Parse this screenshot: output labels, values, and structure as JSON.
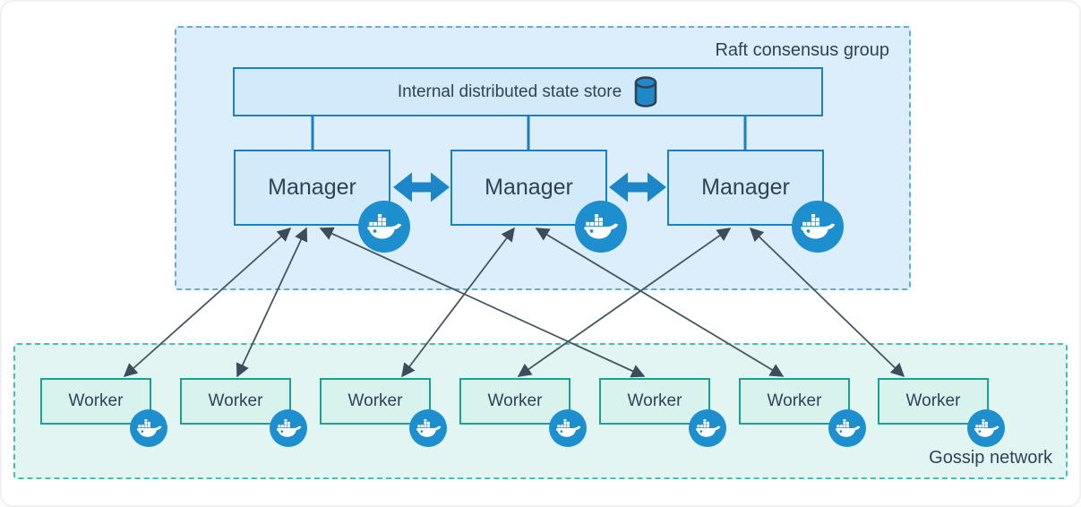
{
  "diagram": {
    "raft_group": {
      "label": "Raft consensus group"
    },
    "state_store": {
      "label": "Internal distributed state store",
      "icon": "database-icon"
    },
    "managers": [
      {
        "label": "Manager",
        "icon": "docker-whale-icon"
      },
      {
        "label": "Manager",
        "icon": "docker-whale-icon"
      },
      {
        "label": "Manager",
        "icon": "docker-whale-icon"
      }
    ],
    "gossip_group": {
      "label": "Gossip network"
    },
    "workers": [
      {
        "label": "Worker",
        "icon": "docker-whale-icon"
      },
      {
        "label": "Worker",
        "icon": "docker-whale-icon"
      },
      {
        "label": "Worker",
        "icon": "docker-whale-icon"
      },
      {
        "label": "Worker",
        "icon": "docker-whale-icon"
      },
      {
        "label": "Worker",
        "icon": "docker-whale-icon"
      },
      {
        "label": "Worker",
        "icon": "docker-whale-icon"
      },
      {
        "label": "Worker",
        "icon": "docker-whale-icon"
      }
    ],
    "connections": {
      "store_links": [
        "manager-1",
        "manager-2",
        "manager-3"
      ],
      "manager_peer_links": [
        [
          "manager-1",
          "manager-2"
        ],
        [
          "manager-2",
          "manager-3"
        ]
      ],
      "manager_worker_links": [
        [
          "manager-1",
          "worker-1"
        ],
        [
          "manager-1",
          "worker-2"
        ],
        [
          "manager-1",
          "worker-5"
        ],
        [
          "manager-2",
          "worker-3"
        ],
        [
          "manager-2",
          "worker-6"
        ],
        [
          "manager-3",
          "worker-4"
        ],
        [
          "manager-3",
          "worker-7"
        ]
      ]
    },
    "colors": {
      "raft_fill": "#dceefb",
      "raft_border": "#63abda",
      "gossip_fill": "#e2f5f2",
      "gossip_border": "#46beb3",
      "blue_node_fill": "#d3eafa",
      "blue_node_border": "#1b7fc4",
      "teal_node_fill": "#d8f2ee",
      "teal_node_border": "#16a295",
      "docker_blue": "#1d8ece",
      "thick_arrow": "#1d86c8",
      "thin_arrow": "#44545f",
      "text": "#2d4356"
    }
  }
}
